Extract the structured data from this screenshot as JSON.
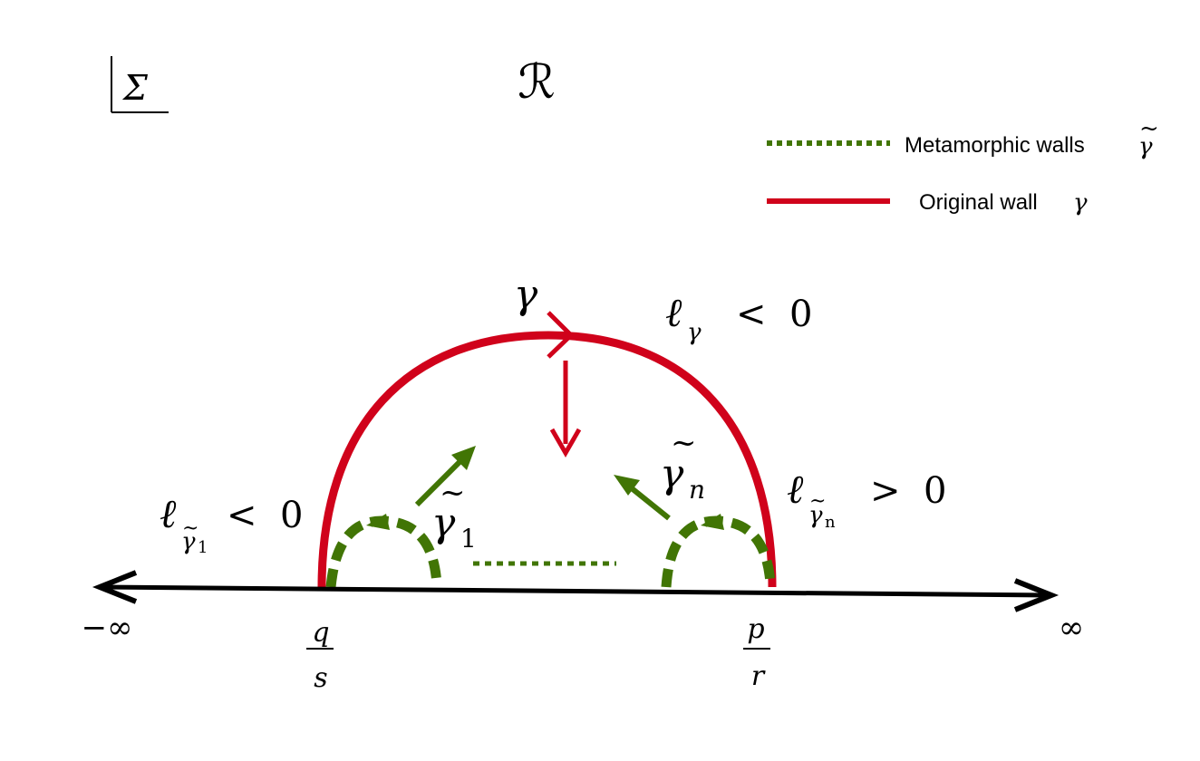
{
  "corner_label": "Σ",
  "region_label": "ℛ",
  "legend": {
    "metamorphic": {
      "text": "Metamorphic walls",
      "symbol": "γ",
      "symbol_accent": "~"
    },
    "original": {
      "text": "Original wall",
      "symbol": "γ"
    }
  },
  "colors": {
    "original_wall": "#d0021b",
    "metamorphic_wall": "#417505",
    "axis": "#000000"
  },
  "axis": {
    "left_label": "−∞",
    "right_label": "∞",
    "q_num": "q",
    "q_den": "s",
    "p_num": "p",
    "p_den": "r"
  },
  "labels": {
    "gamma": "γ",
    "ell": "ℓ",
    "ell_gamma_sub": "γ",
    "ell_gamma_rel": "<  0",
    "gamma_tilde_n_base": "γ",
    "gamma_tilde_n_sub": "n",
    "tilde": "~",
    "ell_n_sub": "γ",
    "ell_n_subsub": "n",
    "ell_n_rel": ">  0",
    "ell_1_sub": "γ",
    "ell_1_subsub": "1",
    "ell_1_rel": "<  0",
    "gamma_tilde_1_base": "γ",
    "gamma_tilde_1_sub": "1"
  }
}
